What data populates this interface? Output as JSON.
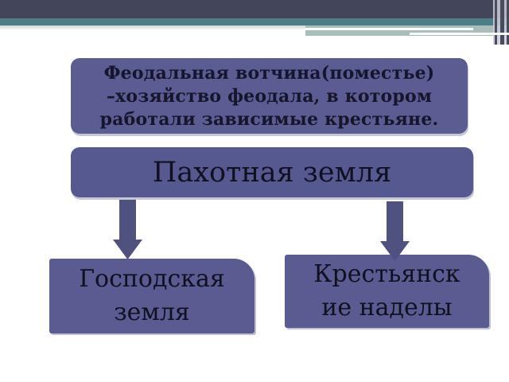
{
  "slide": {
    "background_color": "#ffffff",
    "header": {
      "dark_bar_color": "#43465b",
      "teal_bar_color": "#4b7e87",
      "sage_band_color": "#a9bdbb",
      "corner_stripe_color": "#494c5f"
    },
    "box_fill_color": "#585a90",
    "arrow_fill_color": "#4f517f",
    "text_color": "#15152b",
    "icons": {
      "down_arrow": "▼"
    }
  },
  "diagram": {
    "definition_box": {
      "text": "Феодальная вотчина(поместье) –хозяйство феодала, в котором работали зависимые крестьяне.",
      "lines": [
        "Феодальная вотчина(поместье)",
        "–хозяйство феодала, в котором",
        "работали зависимые крестьяне."
      ]
    },
    "root_box": {
      "label": "Пахотная земля"
    },
    "children": [
      {
        "label": "Господская земля",
        "lines": [
          "Господская",
          "земля"
        ]
      },
      {
        "label": "Крестьянские наделы",
        "lines": [
          "Крестьянск",
          "ие наделы"
        ]
      }
    ]
  }
}
